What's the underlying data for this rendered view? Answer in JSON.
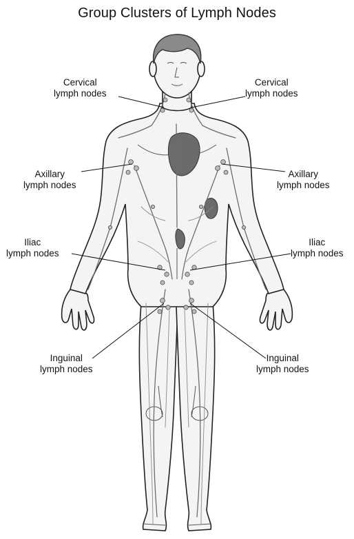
{
  "title": "Group Clusters of Lymph Nodes",
  "labels": {
    "cervical_left": {
      "line1": "Cervical",
      "line2": "lymph nodes"
    },
    "cervical_right": {
      "line1": "Cervical",
      "line2": "lymph nodes"
    },
    "axillary_left": {
      "line1": "Axillary",
      "line2": "lymph nodes"
    },
    "axillary_right": {
      "line1": "Axillary",
      "line2": "lymph nodes"
    },
    "iliac_left": {
      "line1": "Iliac",
      "line2": "lymph nodes"
    },
    "iliac_right": {
      "line1": "Iliac",
      "line2": "lymph nodes"
    },
    "inguinal_left": {
      "line1": "Inguinal",
      "line2": "lymph nodes"
    },
    "inguinal_right": {
      "line1": "Inguinal",
      "line2": "lymph nodes"
    }
  }
}
